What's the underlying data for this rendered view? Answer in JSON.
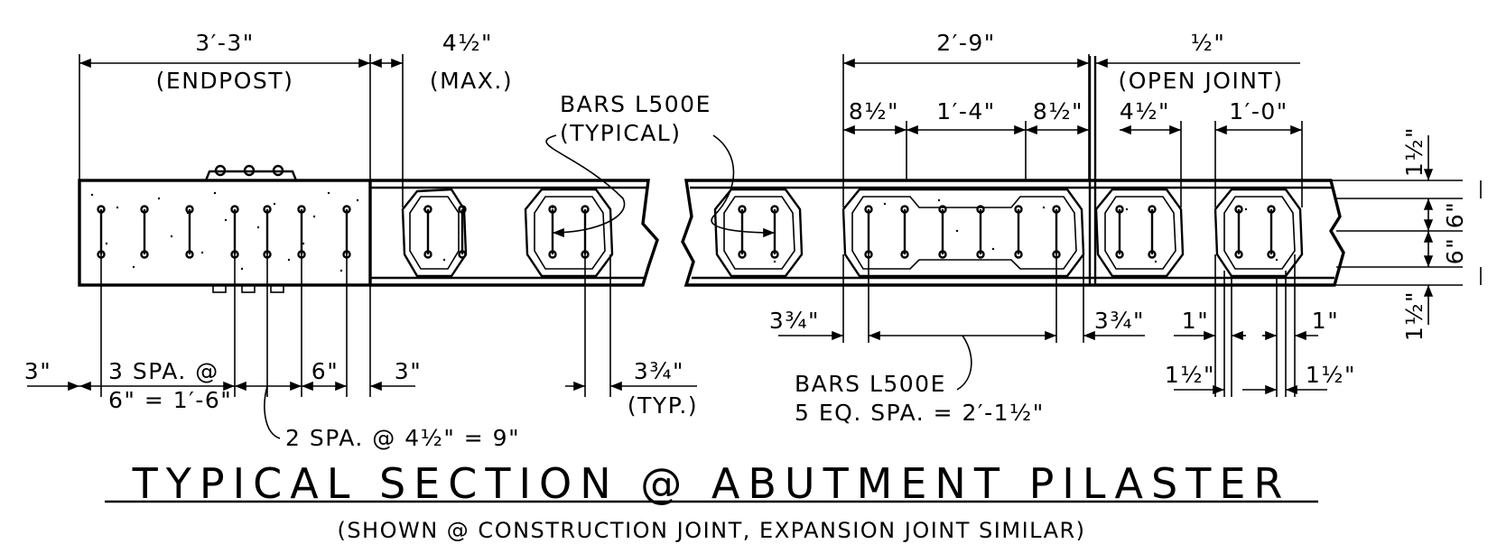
{
  "drawing": {
    "title": "TYPICAL SECTION @ ABUTMENT PILASTER",
    "subtitle": "(SHOWN @ CONSTRUCTION JOINT, EXPANSION JOINT SIMILAR)"
  },
  "dims": {
    "endpost_width": "3′-3\"",
    "endpost_label": "(ENDPOST)",
    "max_gap": "4½\"",
    "max_label": "(MAX.)",
    "bars_label": "BARS L500E",
    "bars_typical": "(TYPICAL)",
    "middle_width": "2′-9\"",
    "joint_width": "½\"",
    "joint_label": "(OPEN JOINT)",
    "mid_left": "8½\"",
    "mid_center": "1′-4\"",
    "mid_right": "8½\"",
    "right_left": "4½\"",
    "right_center": "1′-0\"",
    "top_cover": "1½\"",
    "upper_half": "6\"",
    "lower_half": "6\"",
    "bottom_cover": "1½\"",
    "left_edge": "3\"",
    "spa_line1": "3 SPA. @",
    "spa_line2": "6\" = 1′-6\"",
    "spa_6": "6\"",
    "spa_3": "3\"",
    "spa_2": "2 SPA. @ 4½\" = 9\"",
    "typ_334": "3¾\"",
    "typ_label": "(TYP.)",
    "cov_left": "3¾\"",
    "cov_right": "3¾\"",
    "bars_bottom_1": "BARS L500E",
    "bars_bottom_2": "5 EQ. SPA. = 2′-1½\"",
    "one_left": "1\"",
    "one_right": "1\"",
    "one_half_left": "1½\"",
    "one_half_right": "1½\""
  }
}
